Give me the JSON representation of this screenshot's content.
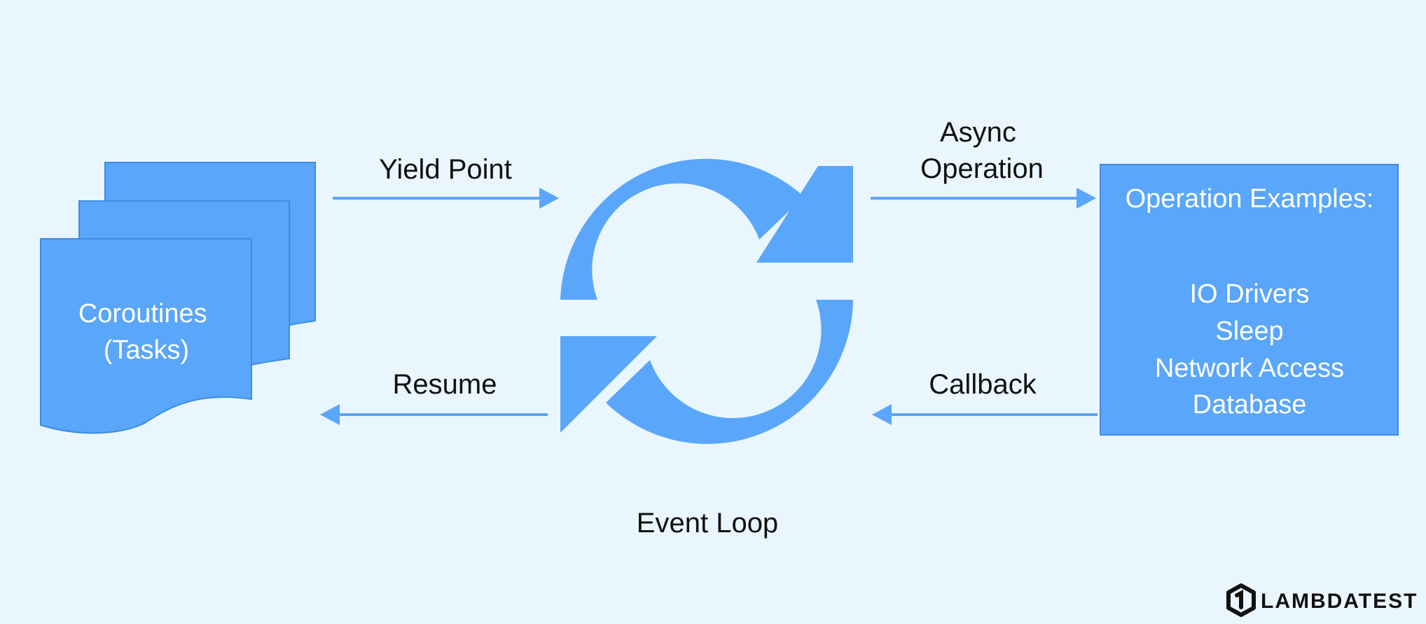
{
  "colors": {
    "background": "#eaf6fd",
    "shape_fill": "#5aa6fa",
    "shape_stroke": "#3f8be0",
    "arrow": "#5aa6fa",
    "text_dark": "#111111",
    "text_light": "#ffffff"
  },
  "coroutines": {
    "line1": "Coroutines",
    "line2": "(Tasks)"
  },
  "arrows": {
    "yield_point": "Yield Point",
    "resume": "Resume",
    "async_operation_line1": "Async",
    "async_operation_line2": "Operation",
    "callback": "Callback"
  },
  "event_loop": {
    "label": "Event Loop",
    "icon": "refresh-cycle-icon"
  },
  "operations": {
    "title": "Operation Examples:",
    "items": [
      "IO Drivers",
      "Sleep",
      "Network Access",
      "Database"
    ]
  },
  "brand": {
    "name": "LAMBDATEST",
    "icon": "lambdatest-logo-icon"
  }
}
